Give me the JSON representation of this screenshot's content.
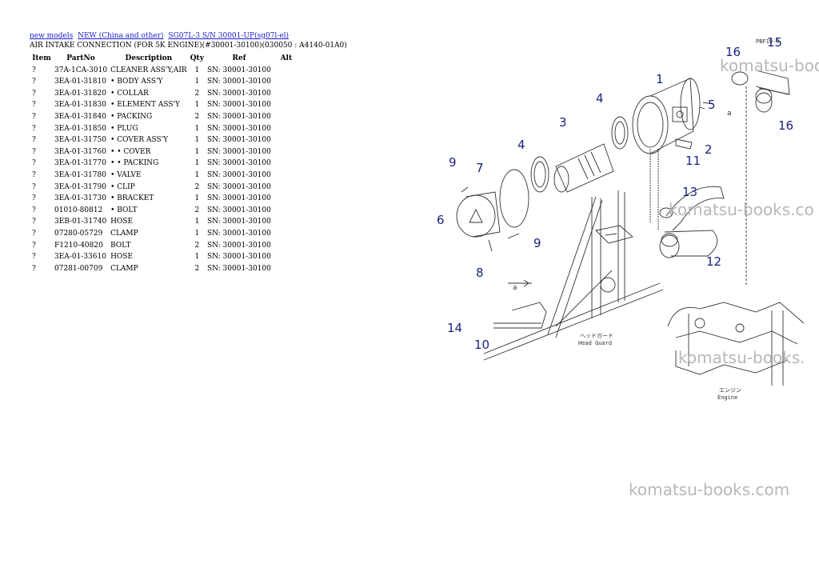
{
  "breadcrumb": [
    {
      "label": "new models"
    },
    {
      "label": "NEW (China and other)"
    },
    {
      "label": "SG07L-3 S/N 30001-UP(sg07l-el)"
    }
  ],
  "page_title": "AIR INTAKE CONNECTION (FOR 5K ENGINE)(#30001-30100)(030050 : A4140-01A0)",
  "table": {
    "headers": {
      "item": "Item",
      "partno": "PartNo",
      "description": "Description",
      "qty": "Qty",
      "ref": "Ref",
      "alt": "Alt"
    },
    "rows": [
      {
        "item": "?",
        "partno": "37A-1CA-3010",
        "description": "CLEANER ASS'Y,AIR",
        "qty": "1",
        "ref": "SN: 30001-30100",
        "alt": ""
      },
      {
        "item": "?",
        "partno": "3EA-01-31810",
        "description": "• BODY ASS'Y",
        "qty": "1",
        "ref": "SN: 30001-30100",
        "alt": ""
      },
      {
        "item": "?",
        "partno": "3EA-01-31820",
        "description": "• COLLAR",
        "qty": "2",
        "ref": "SN: 30001-30100",
        "alt": ""
      },
      {
        "item": "?",
        "partno": "3EA-01-31830",
        "description": "• ELEMENT ASS'Y",
        "qty": "1",
        "ref": "SN: 30001-30100",
        "alt": ""
      },
      {
        "item": "?",
        "partno": "3EA-01-31840",
        "description": "• PACKING",
        "qty": "2",
        "ref": "SN: 30001-30100",
        "alt": ""
      },
      {
        "item": "?",
        "partno": "3EA-01-31850",
        "description": "• PLUG",
        "qty": "1",
        "ref": "SN: 30001-30100",
        "alt": ""
      },
      {
        "item": "?",
        "partno": "3EA-01-31750",
        "description": "• COVER ASS'Y",
        "qty": "1",
        "ref": "SN: 30001-30100",
        "alt": ""
      },
      {
        "item": "?",
        "partno": "3EA-01-31760",
        "description": "• • COVER",
        "qty": "1",
        "ref": "SN: 30001-30100",
        "alt": ""
      },
      {
        "item": "?",
        "partno": "3EA-01-31770",
        "description": "• • PACKING",
        "qty": "1",
        "ref": "SN: 30001-30100",
        "alt": ""
      },
      {
        "item": "?",
        "partno": "3EA-01-31780",
        "description": "• VALVE",
        "qty": "1",
        "ref": "SN: 30001-30100",
        "alt": ""
      },
      {
        "item": "?",
        "partno": "3EA-01-31790",
        "description": "• CLIP",
        "qty": "2",
        "ref": "SN: 30001-30100",
        "alt": ""
      },
      {
        "item": "?",
        "partno": "3EA-01-31730",
        "description": "• BRACKET",
        "qty": "1",
        "ref": "SN: 30001-30100",
        "alt": ""
      },
      {
        "item": "?",
        "partno": "01010-80812",
        "description": "• BOLT",
        "qty": "2",
        "ref": "SN: 30001-30100",
        "alt": ""
      },
      {
        "item": "?",
        "partno": "3EB-01-31740",
        "description": "HOSE",
        "qty": "1",
        "ref": "SN: 30001-30100",
        "alt": ""
      },
      {
        "item": "?",
        "partno": "07280-05729",
        "description": "CLAMP",
        "qty": "1",
        "ref": "SN: 30001-30100",
        "alt": ""
      },
      {
        "item": "?",
        "partno": "F1210-40820",
        "description": "BOLT",
        "qty": "2",
        "ref": "SN: 30001-30100",
        "alt": ""
      },
      {
        "item": "?",
        "partno": "3EA-01-33610",
        "description": "HOSE",
        "qty": "1",
        "ref": "SN: 30001-30100",
        "alt": ""
      },
      {
        "item": "?",
        "partno": "07281-00709",
        "description": "CLAMP",
        "qty": "2",
        "ref": "SN: 30001-30100",
        "alt": ""
      }
    ]
  },
  "diagram": {
    "corner_code": "PBF10-0",
    "callouts": [
      "1",
      "2",
      "3",
      "4",
      "4",
      "5",
      "6",
      "7",
      "8",
      "9",
      "9",
      "10",
      "11",
      "12",
      "13",
      "14",
      "15",
      "16",
      "16"
    ],
    "arrow_label": "a",
    "head_guard_jp": "ヘッドガード",
    "head_guard_en": "Head Guard",
    "engine_jp": "エンジン",
    "engine_en": "Engine"
  },
  "watermarks": [
    "komatsu-books",
    "komatsu-books.co",
    "komatsu-books.",
    "komatsu-books.com"
  ],
  "colors": {
    "link": "#1a1ad0",
    "callout": "#1a237e",
    "watermark": "#b8b8b8"
  }
}
